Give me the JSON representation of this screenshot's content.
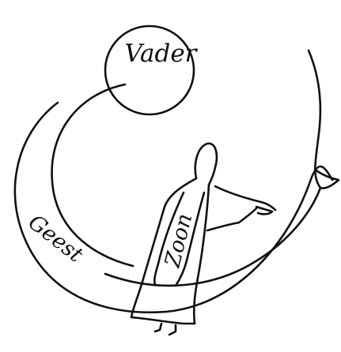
{
  "labels": {
    "father": "Vader",
    "spirit": "Geest",
    "son": "Zoon"
  }
}
